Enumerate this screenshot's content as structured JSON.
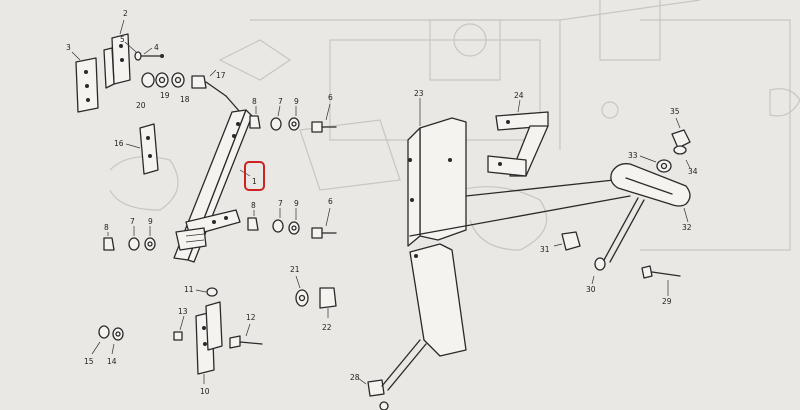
{
  "colors": {
    "background": "#e9e8e4",
    "ink": "#2a2a2a",
    "ghost": "#c8c6c0",
    "highlight": "#cc2222"
  },
  "highlighted_part": "1",
  "labels": {
    "p1": "1",
    "p2": "2",
    "p3": "3",
    "p4": "4",
    "p5": "5",
    "p6a": "6",
    "p6b": "6",
    "p7a": "7",
    "p7b": "7",
    "p7c": "7",
    "p8a": "8",
    "p8b": "8",
    "p8c": "8",
    "p9a": "9",
    "p9b": "9",
    "p9c": "9",
    "p10": "10",
    "p11": "11",
    "p12": "12",
    "p13": "13",
    "p14": "14",
    "p15": "15",
    "p16": "16",
    "p17": "17",
    "p18": "18",
    "p19": "19",
    "p20": "20",
    "p21": "21",
    "p22": "22",
    "p23": "23",
    "p24": "24",
    "p28": "28",
    "p29": "29",
    "p30": "30",
    "p31": "31",
    "p32": "32",
    "p33": "33",
    "p34": "34",
    "p35": "35"
  }
}
